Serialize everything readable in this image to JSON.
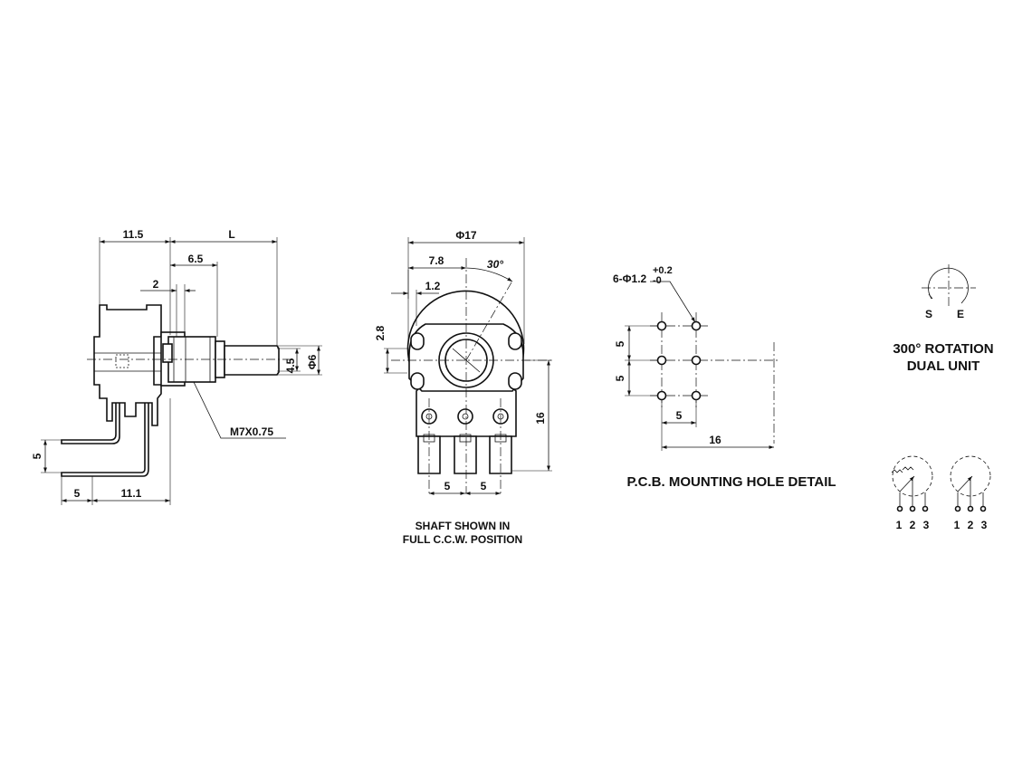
{
  "side_view": {
    "dim_11_5": "11.5",
    "dim_L": "L",
    "dim_6_5": "6.5",
    "dim_2": "2",
    "dim_4_5": "4.5",
    "dim_phi6": "Φ6",
    "thread": "M7X0.75",
    "dim_5_vert": "5",
    "dim_5_horiz": "5",
    "dim_11_1": "11.1"
  },
  "front_view": {
    "dim_phi17": "Φ17",
    "dim_7_8": "7.8",
    "dim_30": "30°",
    "dim_1_2": "1.2",
    "dim_2_8": "2.8",
    "dim_16": "16",
    "dim_5_left": "5",
    "dim_5_right": "5",
    "caption_line1": "SHAFT SHOWN IN",
    "caption_line2": "FULL C.C.W. POSITION"
  },
  "pcb_detail": {
    "hole_spec": "6-Φ1.2",
    "tol_plus": "+0.2",
    "tol_minus": "-0",
    "dim_5_top": "5",
    "dim_5_mid": "5",
    "dim_5_horiz": "5",
    "dim_16": "16",
    "caption": "P.C.B. MOUNTING HOLE DETAIL"
  },
  "rotation": {
    "label_s": "S",
    "label_e": "E",
    "line1": "300° ROTATION",
    "line2": "DUAL UNIT"
  },
  "schematic": {
    "unit1_pins": [
      "1",
      "2",
      "3"
    ],
    "unit2_pins": [
      "1",
      "2",
      "3"
    ]
  }
}
